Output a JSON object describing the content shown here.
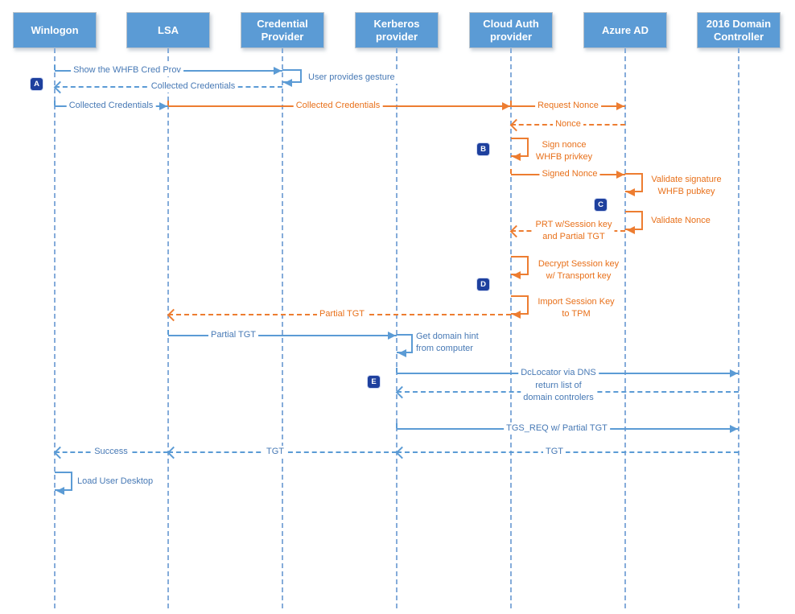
{
  "actors": [
    {
      "label": "Winlogon"
    },
    {
      "label": "LSA"
    },
    {
      "label": "Credential Provider"
    },
    {
      "label": "Kerberos provider"
    },
    {
      "label": "Cloud Auth provider"
    },
    {
      "label": "Azure AD"
    },
    {
      "label": "2016 Domain Controller"
    }
  ],
  "badges": [
    {
      "label": "A"
    },
    {
      "label": "B"
    },
    {
      "label": "C"
    },
    {
      "label": "D"
    },
    {
      "label": "E"
    }
  ],
  "messages": {
    "show_whfb_cred_prov": {
      "label": "Show the WHFB Cred Prov"
    },
    "user_provides_gesture": {
      "label": "User provides gesture"
    },
    "collected_credentials_return": {
      "label": "Collected Credentials"
    },
    "collected_credentials_to_lsa": {
      "label": "Collected Credentials"
    },
    "collected_credentials_to_cloud": {
      "label": "Collected Credentials"
    },
    "request_nonce": {
      "label": "Request Nonce"
    },
    "nonce": {
      "label": "Nonce"
    },
    "sign_nonce": {
      "label": "Sign nonce\nWHFB privkey"
    },
    "signed_nonce": {
      "label": "Signed Nonce"
    },
    "validate_signature": {
      "label": "Validate signature\nWHFB pubkey"
    },
    "validate_nonce": {
      "label": "Validate Nonce"
    },
    "prt_with_session_key": {
      "label": "PRT w/Session key\nand Partial TGT"
    },
    "decrypt_session_key": {
      "label": "Decrypt Session key\nw/ Transport key"
    },
    "import_session_key": {
      "label": "Import Session Key\nto TPM"
    },
    "partial_tgt_to_lsa": {
      "label": "Partial TGT"
    },
    "partial_tgt_to_kerberos": {
      "label": "Partial TGT"
    },
    "get_domain_hint": {
      "label": "Get domain hint\nfrom computer"
    },
    "dclocator_via_dns": {
      "label": "DcLocator via DNS"
    },
    "return_list_of_dcs": {
      "label": "return list of\ndomain controlers"
    },
    "tgs_req": {
      "label": "TGS_REQ w/ Partial TGT"
    },
    "tgt_to_kerberos": {
      "label": "TGT"
    },
    "tgt_to_lsa": {
      "label": "TGT"
    },
    "success": {
      "label": "Success"
    },
    "load_user_desktop": {
      "label": "Load User Desktop"
    }
  },
  "colors": {
    "actor_fill": "#5B9BD5",
    "blue_arrow": "#5B9BD5",
    "orange_arrow": "#ED7D31",
    "blue_label": "#4779B5",
    "orange_label": "#E8701A",
    "badge_bg": "#1E409E",
    "lifeline": "#85ACDA"
  }
}
